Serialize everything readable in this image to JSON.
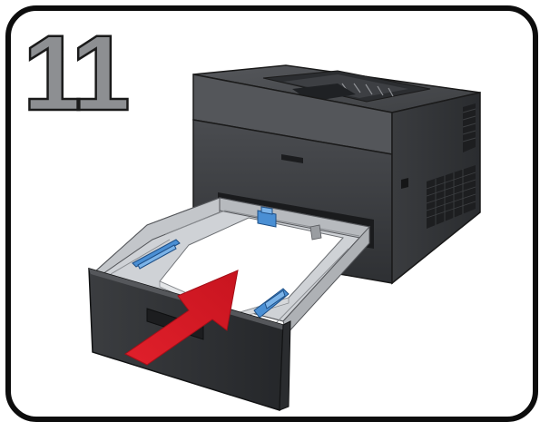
{
  "step": {
    "number": "11"
  },
  "illustration": {
    "subject": "printer-with-paper-tray",
    "printer_color": "#3b3d40",
    "printer_top_color": "#4a4c50",
    "tray_color": "#d7d9dc",
    "paper_color": "#ffffff",
    "guide_color": "#4a8fd4",
    "arrow_color": "#e0202b",
    "arrow_direction": "into-printer"
  },
  "frame": {
    "border_color": "#0d0d0d",
    "number_fill_color": "#8d8f92"
  }
}
